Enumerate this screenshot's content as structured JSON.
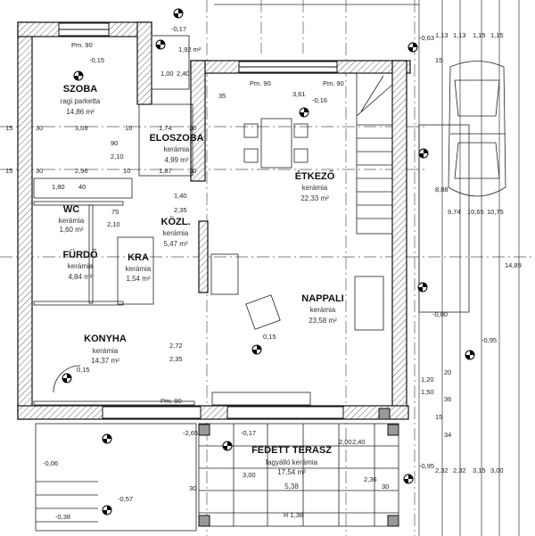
{
  "rooms": {
    "szoba": {
      "name": "SZOBA",
      "floor": "ragi parketta",
      "area": "14,86 m²"
    },
    "eloszoba": {
      "name": "ELOSZOBA",
      "floor": "kerámia",
      "area": "4,99 m²"
    },
    "wc": {
      "name": "WC",
      "floor": "kerámia",
      "area": "1,60 m²"
    },
    "kozl": {
      "name": "KÖZL.",
      "floor": "kerámia",
      "area": "5,47 m²"
    },
    "furdo": {
      "name": "FÜRDŐ",
      "floor": "kerámia",
      "area": "4,84 m²"
    },
    "kra": {
      "name": "KRA",
      "floor": "kerámia",
      "area": "1,54 m²"
    },
    "konyha": {
      "name": "KONYHA",
      "floor": "kerámia",
      "area": "14,37 m²"
    },
    "etkezo": {
      "name": "ÉTKEZŐ",
      "floor": "kerámia",
      "area": "22,33 m²"
    },
    "nappali": {
      "name": "NAPPALI",
      "floor": "kerámia",
      "area": "23,58 m²"
    },
    "terasz": {
      "name": "FEDETT TERASZ",
      "floor": "fagyálló kerámia",
      "area": "17,54 m²",
      "width": "5,38"
    }
  },
  "levels": [
    "-0,15",
    "-0,17",
    "-0,16",
    "0,15",
    "0,15",
    "-2,65",
    "-0,17",
    "-0,63",
    "-0,80",
    "-0,95",
    "-0,95",
    "-0,06",
    "-0,57",
    "-0,38"
  ],
  "parapets": [
    "Pm. 90",
    "Pm. 90",
    "Pm. 90",
    "Pm. 90"
  ],
  "dimensions": {
    "szoba_row1": [
      "15",
      "30",
      "3,09",
      "10",
      "1,74",
      "30"
    ],
    "szoba_row2": [
      "15",
      "30",
      "2,96",
      "10",
      "1,87",
      "30"
    ],
    "misc": [
      "1,80",
      "40",
      "90",
      "2,10",
      "1,40",
      "2,35",
      "75",
      "2,10",
      "2,72",
      "2,35",
      "1,92 m²",
      "1,00",
      "2,40",
      "35",
      "3,61",
      "2,00",
      "2,40",
      "3,00",
      "2,36",
      "30",
      "30",
      "1,20",
      "1,50",
      "R 1,38"
    ],
    "right_column": [
      "1,13",
      "1,13",
      "1,15",
      "1,15",
      "15",
      "8,88",
      "9,74",
      "10,65",
      "10,75",
      "14,89",
      "20",
      "36",
      "15",
      "34",
      "2,32",
      "2,32",
      "3,15",
      "3,00"
    ]
  }
}
